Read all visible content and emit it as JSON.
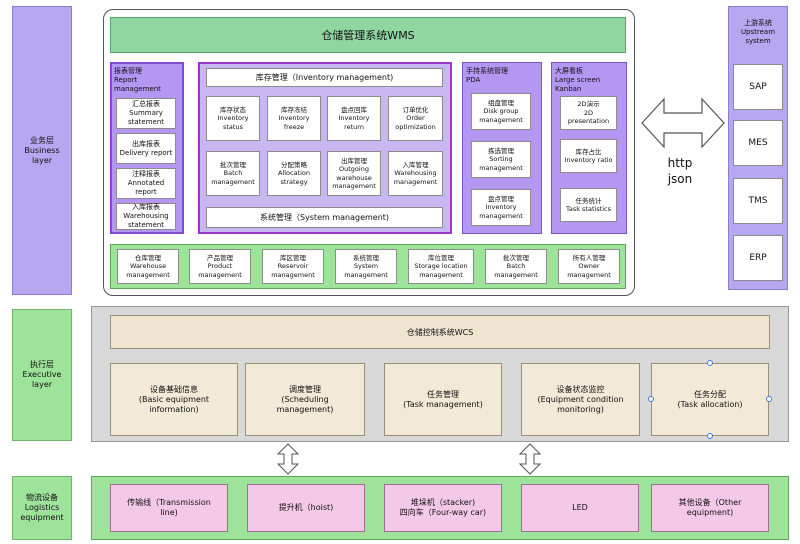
{
  "layers": {
    "business": [
      "业务层",
      "Business",
      "layer"
    ],
    "executive": [
      "执行层",
      "Executive",
      "layer"
    ],
    "logistics": [
      "物流设备",
      "Logistics",
      "equipment"
    ]
  },
  "wms": {
    "title": "仓储管理系统WMS",
    "inventory": {
      "title": "库存管理（Inventory management)",
      "items": [
        [
          "库存状态",
          "Inventory",
          "status"
        ],
        [
          "库存冻结",
          "Inventory",
          "freeze"
        ],
        [
          "盘点回库",
          "Inventory",
          "return"
        ],
        [
          "订单优化",
          "Order",
          "optimization"
        ],
        [
          "批次管理",
          "Batch",
          "management"
        ],
        [
          "分配策略",
          "Allocation",
          "strategy"
        ],
        [
          "出库管理",
          "Outgoing",
          "warehouse",
          "management"
        ],
        [
          "入库管理",
          "Warehousing",
          "management"
        ]
      ],
      "system": "系统管理（System management)"
    },
    "report": {
      "title": [
        "报表管理",
        "Report",
        "management"
      ],
      "items": [
        [
          "汇总报表",
          "Summary",
          "statement"
        ],
        [
          "出库报表",
          "Delivery report"
        ],
        [
          "注释报表",
          "Annotated",
          "report"
        ],
        [
          "入库报表",
          "Warehousing",
          "statement"
        ]
      ]
    },
    "pda": {
      "title": [
        "手持系统管理",
        "PDA"
      ],
      "items": [
        [
          "组盘管理",
          "Disk group",
          "management"
        ],
        [
          "拣选管理",
          "Sorting",
          "management"
        ],
        [
          "盘点管理",
          "Inventory",
          "management"
        ]
      ]
    },
    "kanban": {
      "title": [
        "大屏看板",
        "Large screen",
        "Kanban"
      ],
      "items": [
        [
          "2D演示",
          "2D",
          "presentation"
        ],
        [
          "库存占比",
          "Inventory ratio"
        ],
        [
          "任务统计",
          "Task statistics"
        ]
      ]
    },
    "bottom": [
      [
        "仓库管理",
        "Warehouse",
        "management"
      ],
      [
        "产品管理",
        "Product",
        "management"
      ],
      [
        "库区管理",
        "Reservoir",
        "management"
      ],
      [
        "系统管理",
        "System",
        "management"
      ],
      [
        "库位管理",
        "Storage location",
        "management"
      ],
      [
        "批次管理",
        "Batch",
        "management"
      ],
      [
        "所有人管理",
        "Owner",
        "management"
      ]
    ]
  },
  "connector": {
    "line1": "http",
    "line2": "json"
  },
  "upstream": {
    "title": [
      "上游系统",
      "Upstream",
      "system"
    ],
    "items": [
      "SAP",
      "MES",
      "TMS",
      "ERP"
    ]
  },
  "wcs": {
    "title": "仓储控制系统WCS",
    "boxes": [
      [
        "设备基础信息",
        "(Basic equipment",
        "information)"
      ],
      [
        "调度管理",
        "(Scheduling",
        "management)"
      ],
      [
        "任务管理",
        "(Task management)"
      ],
      [
        "设备状态监控",
        "(Equipment condition",
        "monitoring)"
      ],
      [
        "任务分配",
        "(Task allocation)"
      ]
    ]
  },
  "logistics": {
    "boxes": [
      [
        "传输线（Transmission",
        "line)"
      ],
      [
        "提升机（hoist)"
      ],
      [
        "堆垛机（stacker)",
        "四向车（Four-way car)"
      ],
      [
        "LED"
      ],
      [
        "其他设备（Other",
        "equipment)"
      ]
    ]
  },
  "colors": {
    "purple_border": "#9a36c9",
    "layer_purple": "#b7a6f0",
    "layer_green": "#9ee39a",
    "wms_title": "#8fd6a0",
    "wcs_box": "#f2ead6",
    "logistics_box": "#f4c9e7"
  }
}
